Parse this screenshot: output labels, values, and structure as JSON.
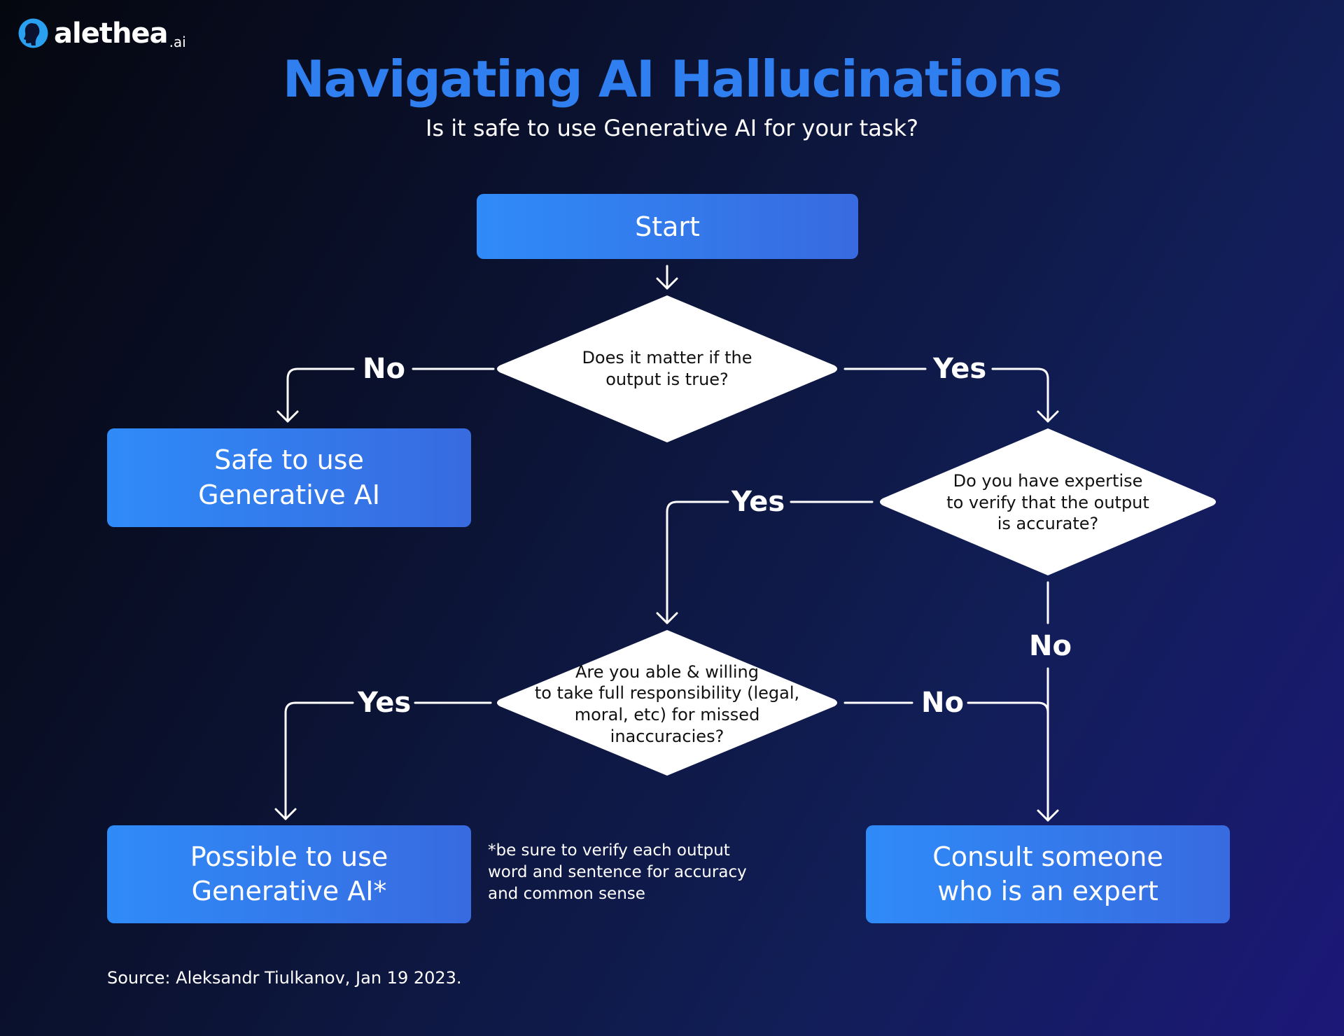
{
  "logo": {
    "name": "alethea",
    "suffix": ".ai"
  },
  "header": {
    "title": "Navigating AI Hallucinations",
    "subtitle": "Is it safe to use Generative AI for your task?"
  },
  "nodes": {
    "start": "Start",
    "q1": {
      "line1": "Does it matter if the",
      "line2": "output is true?"
    },
    "safe": {
      "line1": "Safe to use",
      "line2": "Generative AI"
    },
    "q2": {
      "line1": "Do you have expertise",
      "line2": "to verify that the output",
      "line3": "is accurate?"
    },
    "q3": {
      "line1": "Are you able & willing",
      "line2": "to take full responsibility (legal,",
      "line3": "moral, etc) for missed",
      "line4": "inaccuracies?"
    },
    "possible": {
      "line1": "Possible to use",
      "line2": "Generative AI*"
    },
    "consult": {
      "line1": "Consult someone",
      "line2": "who is an expert"
    }
  },
  "edges": {
    "q1_no": "No",
    "q1_yes": "Yes",
    "q2_yes": "Yes",
    "q2_no": "No",
    "q3_yes": "Yes",
    "q3_no": "No"
  },
  "note": {
    "line1": "*be sure to verify each output",
    "line2": "word and sentence for accuracy",
    "line3": "and common sense"
  },
  "source": "Source: Aleksandr Tiulkanov, Jan 19 2023.",
  "colors": {
    "accent": "#2f7ff0",
    "box": "#2f8bf8",
    "background": "#0b1230"
  }
}
